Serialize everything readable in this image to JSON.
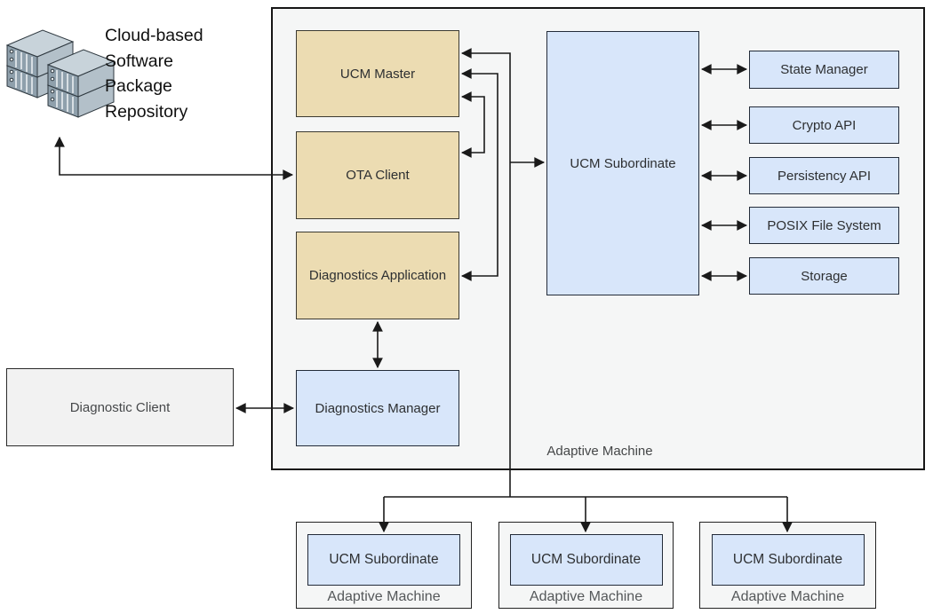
{
  "diagram": {
    "repository": {
      "icon": "server-stack-icon",
      "label": "Cloud-based\nSoftware\nPackage\nRepository"
    },
    "main_machine": {
      "label": "Adaptive Machine",
      "nodes": {
        "ucm_master": "UCM Master",
        "ota_client": "OTA Client",
        "diagnostics_application": "Diagnostics Application",
        "diagnostics_manager": "Diagnostics Manager",
        "ucm_subordinate": "UCM Subordinate",
        "state_manager": "State Manager",
        "crypto_api": "Crypto API",
        "persistency_api": "Persistency API",
        "posix_file_system": "POSIX File System",
        "storage": "Storage"
      }
    },
    "diagnostic_client": {
      "label": "Diagnostic Client"
    },
    "sub_machines": [
      {
        "node": "UCM Subordinate",
        "label": "Adaptive Machine"
      },
      {
        "node": "UCM Subordinate",
        "label": "Adaptive Machine"
      },
      {
        "node": "UCM Subordinate",
        "label": "Adaptive Machine"
      }
    ],
    "edges": [
      {
        "from": "cloud-repository",
        "to": "ota-client",
        "direction": "bidirectional"
      },
      {
        "from": "ucm-master",
        "to": "ota-client",
        "direction": "bidirectional"
      },
      {
        "from": "ucm-master",
        "to": "diagnostics-application",
        "direction": "bidirectional"
      },
      {
        "from": "ucm-master",
        "to": "ucm-subordinate",
        "direction": "to"
      },
      {
        "from": "ucm-master",
        "to": "sub-machine-1-ucm-subordinate",
        "direction": "to"
      },
      {
        "from": "ucm-master",
        "to": "sub-machine-2-ucm-subordinate",
        "direction": "to"
      },
      {
        "from": "ucm-master",
        "to": "sub-machine-3-ucm-subordinate",
        "direction": "to"
      },
      {
        "from": "diagnostics-application",
        "to": "diagnostics-manager",
        "direction": "bidirectional"
      },
      {
        "from": "diagnostic-client",
        "to": "diagnostics-manager",
        "direction": "bidirectional"
      },
      {
        "from": "ucm-subordinate",
        "to": "state-manager",
        "direction": "bidirectional"
      },
      {
        "from": "ucm-subordinate",
        "to": "crypto-api",
        "direction": "bidirectional"
      },
      {
        "from": "ucm-subordinate",
        "to": "persistency-api",
        "direction": "bidirectional"
      },
      {
        "from": "ucm-subordinate",
        "to": "posix-file-system",
        "direction": "bidirectional"
      },
      {
        "from": "ucm-subordinate",
        "to": "storage",
        "direction": "bidirectional"
      }
    ],
    "colors": {
      "tan_fill": "#ecdcb2",
      "blue_fill": "#d8e6fa",
      "panel_fill": "#f5f6f6",
      "client_fill": "#f2f2f2",
      "line": "#1a1a1a"
    }
  }
}
